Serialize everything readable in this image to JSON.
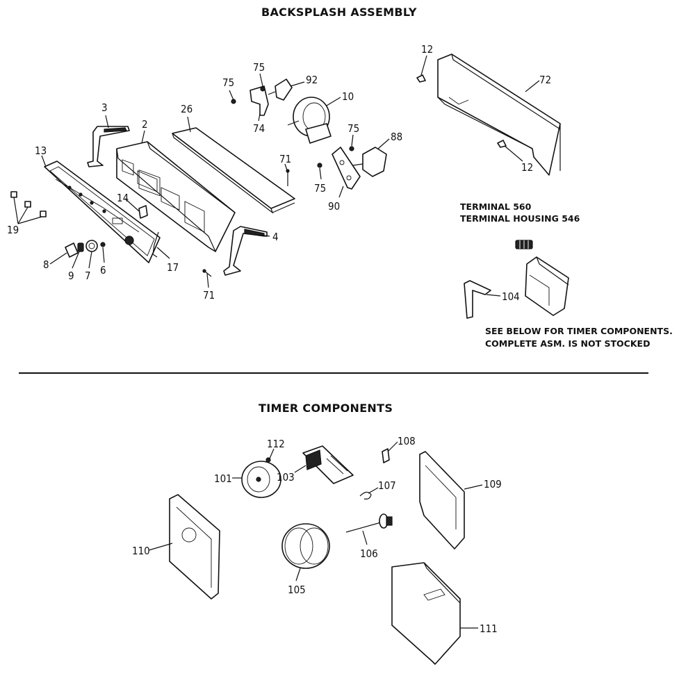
{
  "headings": {
    "top": "BACKSPLASH ASSEMBLY",
    "bottom": "TIMER COMPONENTS"
  },
  "notes": {
    "terminal": "TERMINAL 560",
    "terminal_housing": "TERMINAL HOUSING 546",
    "timer_note_1": "SEE BELOW FOR TIMER COMPONENTS.",
    "timer_note_2": "COMPLETE ASM. IS NOT STOCKED"
  },
  "callouts": {
    "p2": "2",
    "p3": "3",
    "p4": "4",
    "p6": "6",
    "p7": "7",
    "p8": "8",
    "p9": "9",
    "p10": "10",
    "p12a": "12",
    "p12b": "12",
    "p13": "13",
    "p14": "14",
    "p17": "17",
    "p19": "19",
    "p26": "26",
    "p71a": "71",
    "p71b": "71",
    "p72": "72",
    "p74": "74",
    "p75a": "75",
    "p75b": "75",
    "p75c": "75",
    "p75d": "75",
    "p88": "88",
    "p90": "90",
    "p92": "92",
    "p101": "101",
    "p103": "103",
    "p104": "104",
    "p105": "105",
    "p106": "106",
    "p107": "107",
    "p108": "108",
    "p109": "109",
    "p110": "110",
    "p111": "111",
    "p112": "112"
  }
}
